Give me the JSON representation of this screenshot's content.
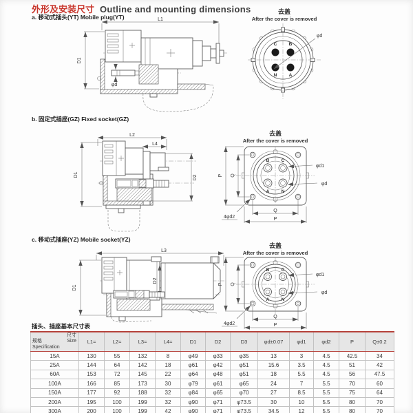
{
  "header": {
    "title_zh": "外形及安装尺寸",
    "title_en": "Outline and mounting dimensions"
  },
  "cover_note": {
    "zh": "去盖",
    "en": "After the cover is removed"
  },
  "sections": {
    "a": {
      "label": "a. 移动式插头(YT)  Mobile plug(YT)"
    },
    "b": {
      "label": "b. 固定式插座(GZ)  Fixed socket(GZ)"
    },
    "c": {
      "label": "c. 移动式插座(YZ)  Mobile socket(YZ)"
    }
  },
  "dim_labels": {
    "L1": "L1",
    "L2": "L2",
    "L3": "L3",
    "L4": "L4",
    "D1": "D1",
    "D2": "D2",
    "P": "P",
    "Q": "Q",
    "d": "φd",
    "d1": "φd1",
    "d2x4": "4φd2"
  },
  "pins": {
    "a": {
      "tl": "C",
      "tr": "B",
      "bl": "N",
      "br": "A"
    },
    "bc": {
      "tl": "B",
      "tr": "C",
      "bl": "A",
      "br": "N"
    }
  },
  "table": {
    "caption": "插头、插座基本尺寸表",
    "corner": {
      "size_zh": "尺寸",
      "size_en": "Size",
      "spec_zh": "规格",
      "spec_en": "Specification"
    },
    "columns": [
      "L1≈",
      "L2≈",
      "L3≈",
      "L4≈",
      "D1",
      "D2",
      "D3",
      "φd±0.07",
      "φd1",
      "φd2",
      "P",
      "Q±0.2"
    ],
    "rows": [
      {
        "spec": "15A",
        "v": [
          "130",
          "55",
          "132",
          "8",
          "φ49",
          "φ33",
          "φ35",
          "13",
          "3",
          "4.5",
          "42.5",
          "34"
        ]
      },
      {
        "spec": "25A",
        "v": [
          "144",
          "64",
          "142",
          "18",
          "φ61",
          "φ42",
          "φ51",
          "15.6",
          "3.5",
          "4.5",
          "51",
          "42"
        ]
      },
      {
        "spec": "60A",
        "v": [
          "153",
          "72",
          "145",
          "22",
          "φ64",
          "φ48",
          "φ51",
          "18",
          "5.5",
          "4.5",
          "56",
          "47.5"
        ]
      },
      {
        "spec": "100A",
        "v": [
          "166",
          "85",
          "173",
          "30",
          "φ79",
          "φ61",
          "φ65",
          "24",
          "7",
          "5.5",
          "70",
          "60"
        ]
      },
      {
        "spec": "150A",
        "v": [
          "177",
          "92",
          "188",
          "32",
          "φ84",
          "φ65",
          "φ70",
          "27",
          "8.5",
          "5.5",
          "75",
          "64"
        ]
      },
      {
        "spec": "200A",
        "v": [
          "195",
          "100",
          "199",
          "32",
          "φ90",
          "φ71",
          "φ73.5",
          "30",
          "10",
          "5.5",
          "80",
          "70"
        ]
      },
      {
        "spec": "300A",
        "v": [
          "200",
          "100",
          "199",
          "42",
          "φ90",
          "φ71",
          "φ73.5",
          "34.5",
          "12",
          "5.5",
          "80",
          "70"
        ]
      }
    ]
  },
  "colors": {
    "accent_red": "#c8372d",
    "line_gray": "#5c5c5c"
  }
}
